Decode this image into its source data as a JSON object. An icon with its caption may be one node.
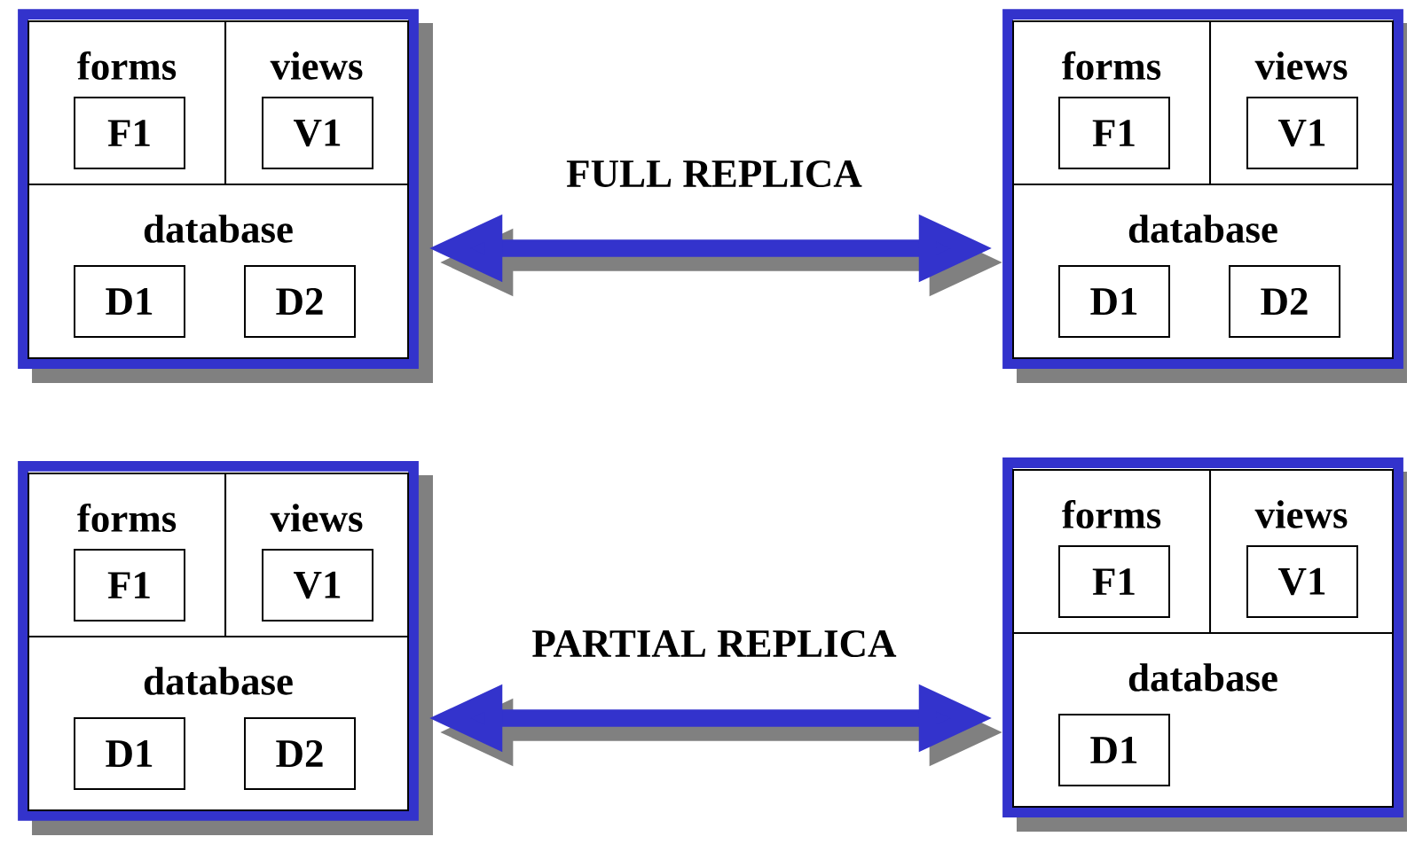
{
  "diagram": {
    "nodes": [
      {
        "text": [],
        "shape": "box"
      },
      {
        "text": [
          "forms"
        ],
        "in": 0
      },
      {
        "text": [
          "F1"
        ],
        "in": 1
      },
      {
        "text": [
          "views"
        ],
        "in": 0
      },
      {
        "text": [
          "V1"
        ],
        "in": 3
      },
      {
        "text": [
          "database"
        ],
        "in": 0
      },
      {
        "text": [
          "D1"
        ],
        "in": 5
      },
      {
        "text": [
          "D2"
        ],
        "in": 5
      },
      {
        "text": [],
        "shape": "box"
      },
      {
        "text": [
          "forms"
        ],
        "in": 8
      },
      {
        "text": [
          "F1"
        ],
        "in": 9
      },
      {
        "text": [
          "views"
        ],
        "in": 8
      },
      {
        "text": [
          "V1"
        ],
        "in": 11
      },
      {
        "text": [
          "database"
        ],
        "in": 8
      },
      {
        "text": [
          "D1"
        ],
        "in": 13
      },
      {
        "text": [
          "D2"
        ],
        "in": 13
      },
      {
        "text": [],
        "shape": "box"
      },
      {
        "text": [
          "forms"
        ],
        "in": 16
      },
      {
        "text": [
          "F1"
        ],
        "in": 17
      },
      {
        "text": [
          "views"
        ],
        "in": 16
      },
      {
        "text": [
          "V1"
        ],
        "in": 19
      },
      {
        "text": [
          "database"
        ],
        "in": 16
      },
      {
        "text": [
          "D1"
        ],
        "in": 21
      },
      {
        "text": [
          "D2"
        ],
        "in": 21
      },
      {
        "text": [],
        "shape": "box"
      },
      {
        "text": [
          "forms"
        ],
        "in": 24
      },
      {
        "text": [
          "F1"
        ],
        "in": 25
      },
      {
        "text": [
          "views"
        ],
        "in": 24
      },
      {
        "text": [
          "V1"
        ],
        "in": 27
      },
      {
        "text": [
          "database"
        ],
        "in": 24
      },
      {
        "text": [
          "D1"
        ],
        "in": 29
      }
    ],
    "edges": [
      {
        "from": 0,
        "to": 8,
        "arrow": "both",
        "label": "FULL REPLICA"
      },
      {
        "from": 16,
        "to": 24,
        "arrow": "both",
        "label": "PARTIAL REPLICA"
      }
    ]
  }
}
